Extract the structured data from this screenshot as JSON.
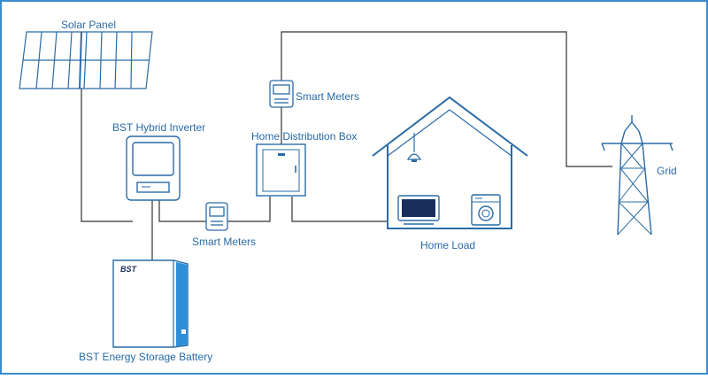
{
  "labels": {
    "solar_panel": "Solar Panel",
    "inverter": "BST Hybrid Inverter",
    "smart_meters_top": "Smart Meters",
    "distribution_box": "Home Distribution Box",
    "smart_meters_bottom": "Smart Meters",
    "home_load": "Home Load",
    "grid": "Grid",
    "battery": "BST Energy Storage Battery",
    "battery_brand": "BST"
  },
  "colors": {
    "line": "#2a6ba6",
    "dark_line": "#333333",
    "accent": "#2e8fd8",
    "screen": "#1a2e5c",
    "border": "#3a8ad0"
  }
}
